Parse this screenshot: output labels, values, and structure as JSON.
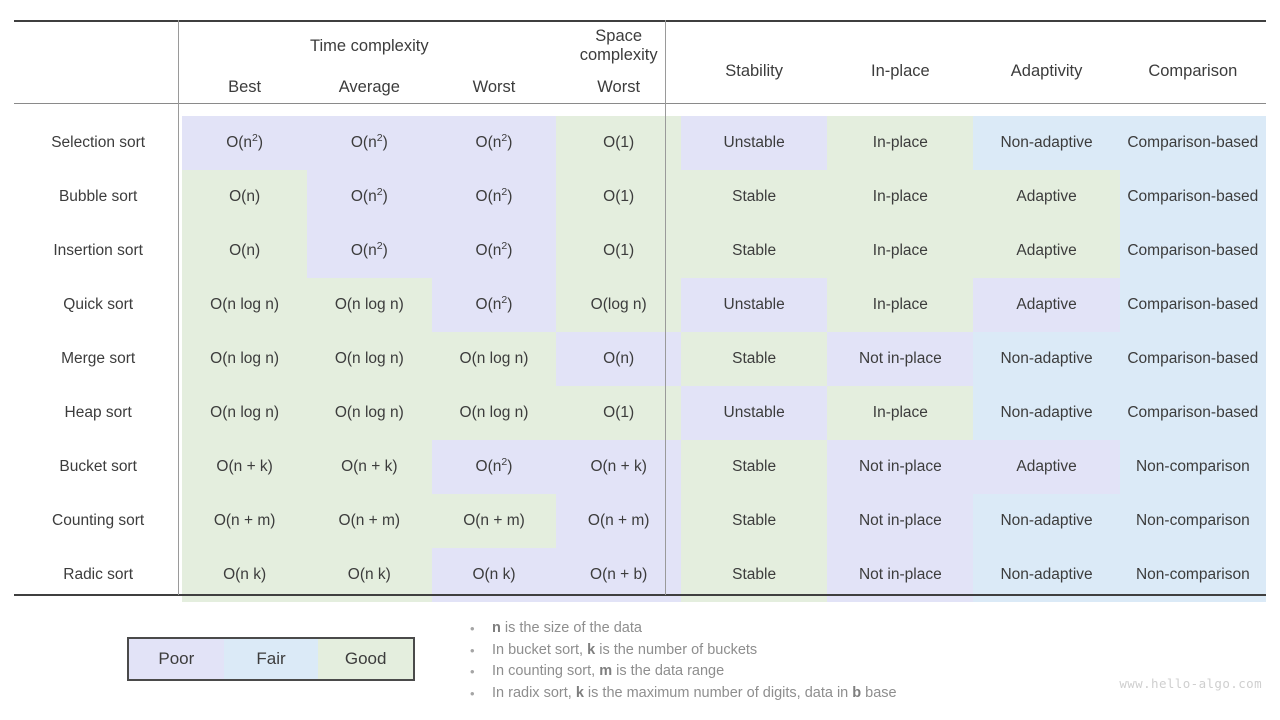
{
  "table": {
    "group_headers": [
      {
        "label": "",
        "span": 1
      },
      {
        "label": "Time complexity",
        "span": 3
      },
      {
        "label": "Space complexity",
        "span": 1
      },
      {
        "label": "",
        "span": 4
      }
    ],
    "group_time": "Time complexity",
    "group_space": "Space complexity",
    "columns": [
      {
        "key": "name",
        "label": ""
      },
      {
        "key": "best",
        "label": "Best"
      },
      {
        "key": "average",
        "label": "Average"
      },
      {
        "key": "worst",
        "label": "Worst"
      },
      {
        "key": "space",
        "label": "Worst"
      },
      {
        "key": "stability",
        "label": "Stability"
      },
      {
        "key": "inplace",
        "label": "In-place"
      },
      {
        "key": "adaptivity",
        "label": "Adaptivity"
      },
      {
        "key": "comparison",
        "label": "Comparison"
      }
    ],
    "rows": [
      {
        "name": "Selection sort",
        "cells": [
          {
            "text": "O(n²)",
            "base": "O(n",
            "sup": "2",
            "tail": ")",
            "rating": "poor"
          },
          {
            "text": "O(n²)",
            "base": "O(n",
            "sup": "2",
            "tail": ")",
            "rating": "poor"
          },
          {
            "text": "O(n²)",
            "base": "O(n",
            "sup": "2",
            "tail": ")",
            "rating": "poor"
          },
          {
            "text": "O(1)",
            "base": "O(1)",
            "sup": "",
            "tail": "",
            "rating": "good"
          },
          {
            "text": "Unstable",
            "rating": "poor"
          },
          {
            "text": "In-place",
            "rating": "good"
          },
          {
            "text": "Non-adaptive",
            "rating": "fair"
          },
          {
            "text": "Comparison-based",
            "rating": "fair"
          }
        ]
      },
      {
        "name": "Bubble sort",
        "cells": [
          {
            "text": "O(n)",
            "base": "O(n)",
            "sup": "",
            "tail": "",
            "rating": "good"
          },
          {
            "text": "O(n²)",
            "base": "O(n",
            "sup": "2",
            "tail": ")",
            "rating": "poor"
          },
          {
            "text": "O(n²)",
            "base": "O(n",
            "sup": "2",
            "tail": ")",
            "rating": "poor"
          },
          {
            "text": "O(1)",
            "base": "O(1)",
            "sup": "",
            "tail": "",
            "rating": "good"
          },
          {
            "text": "Stable",
            "rating": "good"
          },
          {
            "text": "In-place",
            "rating": "good"
          },
          {
            "text": "Adaptive",
            "rating": "good"
          },
          {
            "text": "Comparison-based",
            "rating": "fair"
          }
        ]
      },
      {
        "name": "Insertion sort",
        "cells": [
          {
            "text": "O(n)",
            "base": "O(n)",
            "sup": "",
            "tail": "",
            "rating": "good"
          },
          {
            "text": "O(n²)",
            "base": "O(n",
            "sup": "2",
            "tail": ")",
            "rating": "poor"
          },
          {
            "text": "O(n²)",
            "base": "O(n",
            "sup": "2",
            "tail": ")",
            "rating": "poor"
          },
          {
            "text": "O(1)",
            "base": "O(1)",
            "sup": "",
            "tail": "",
            "rating": "good"
          },
          {
            "text": "Stable",
            "rating": "good"
          },
          {
            "text": "In-place",
            "rating": "good"
          },
          {
            "text": "Adaptive",
            "rating": "good"
          },
          {
            "text": "Comparison-based",
            "rating": "fair"
          }
        ]
      },
      {
        "name": "Quick sort",
        "cells": [
          {
            "text": "O(n log n)",
            "base": "O(n log n)",
            "sup": "",
            "tail": "",
            "rating": "good"
          },
          {
            "text": "O(n log n)",
            "base": "O(n log n)",
            "sup": "",
            "tail": "",
            "rating": "good"
          },
          {
            "text": "O(n²)",
            "base": "O(n",
            "sup": "2",
            "tail": ")",
            "rating": "poor"
          },
          {
            "text": "O(log n)",
            "base": "O(log n)",
            "sup": "",
            "tail": "",
            "rating": "good"
          },
          {
            "text": "Unstable",
            "rating": "poor"
          },
          {
            "text": "In-place",
            "rating": "good"
          },
          {
            "text": "Adaptive",
            "rating": "poor"
          },
          {
            "text": "Comparison-based",
            "rating": "fair"
          }
        ]
      },
      {
        "name": "Merge sort",
        "cells": [
          {
            "text": "O(n log n)",
            "base": "O(n log n)",
            "sup": "",
            "tail": "",
            "rating": "good"
          },
          {
            "text": "O(n log n)",
            "base": "O(n log n)",
            "sup": "",
            "tail": "",
            "rating": "good"
          },
          {
            "text": "O(n log n)",
            "base": "O(n log n)",
            "sup": "",
            "tail": "",
            "rating": "good"
          },
          {
            "text": "O(n)",
            "base": "O(n)",
            "sup": "",
            "tail": "",
            "rating": "poor"
          },
          {
            "text": "Stable",
            "rating": "good"
          },
          {
            "text": "Not in-place",
            "rating": "poor"
          },
          {
            "text": "Non-adaptive",
            "rating": "fair"
          },
          {
            "text": "Comparison-based",
            "rating": "fair"
          }
        ]
      },
      {
        "name": "Heap sort",
        "cells": [
          {
            "text": "O(n log n)",
            "base": "O(n log n)",
            "sup": "",
            "tail": "",
            "rating": "good"
          },
          {
            "text": "O(n log n)",
            "base": "O(n log n)",
            "sup": "",
            "tail": "",
            "rating": "good"
          },
          {
            "text": "O(n log n)",
            "base": "O(n log n)",
            "sup": "",
            "tail": "",
            "rating": "good"
          },
          {
            "text": "O(1)",
            "base": "O(1)",
            "sup": "",
            "tail": "",
            "rating": "good"
          },
          {
            "text": "Unstable",
            "rating": "poor"
          },
          {
            "text": "In-place",
            "rating": "good"
          },
          {
            "text": "Non-adaptive",
            "rating": "fair"
          },
          {
            "text": "Comparison-based",
            "rating": "fair"
          }
        ]
      },
      {
        "name": "Bucket sort",
        "cells": [
          {
            "text": "O(n + k)",
            "base": "O(n + k)",
            "sup": "",
            "tail": "",
            "rating": "good"
          },
          {
            "text": "O(n + k)",
            "base": "O(n + k)",
            "sup": "",
            "tail": "",
            "rating": "good"
          },
          {
            "text": "O(n²)",
            "base": "O(n",
            "sup": "2",
            "tail": ")",
            "rating": "poor"
          },
          {
            "text": "O(n + k)",
            "base": "O(n + k)",
            "sup": "",
            "tail": "",
            "rating": "poor"
          },
          {
            "text": "Stable",
            "rating": "good"
          },
          {
            "text": "Not in-place",
            "rating": "poor"
          },
          {
            "text": "Adaptive",
            "rating": "poor"
          },
          {
            "text": "Non-comparison",
            "rating": "fair"
          }
        ]
      },
      {
        "name": "Counting sort",
        "cells": [
          {
            "text": "O(n + m)",
            "base": "O(n + m)",
            "sup": "",
            "tail": "",
            "rating": "good"
          },
          {
            "text": "O(n + m)",
            "base": "O(n + m)",
            "sup": "",
            "tail": "",
            "rating": "good"
          },
          {
            "text": "O(n + m)",
            "base": "O(n + m)",
            "sup": "",
            "tail": "",
            "rating": "good"
          },
          {
            "text": "O(n + m)",
            "base": "O(n + m)",
            "sup": "",
            "tail": "",
            "rating": "poor"
          },
          {
            "text": "Stable",
            "rating": "good"
          },
          {
            "text": "Not in-place",
            "rating": "poor"
          },
          {
            "text": "Non-adaptive",
            "rating": "fair"
          },
          {
            "text": "Non-comparison",
            "rating": "fair"
          }
        ]
      },
      {
        "name": "Radic sort",
        "cells": [
          {
            "text": "O(n k)",
            "base": "O(n k)",
            "sup": "",
            "tail": "",
            "rating": "good"
          },
          {
            "text": "O(n k)",
            "base": "O(n k)",
            "sup": "",
            "tail": "",
            "rating": "good"
          },
          {
            "text": "O(n k)",
            "base": "O(n k)",
            "sup": "",
            "tail": "",
            "rating": "poor"
          },
          {
            "text": "O(n + b)",
            "base": "O(n + b)",
            "sup": "",
            "tail": "",
            "rating": "poor"
          },
          {
            "text": "Stable",
            "rating": "good"
          },
          {
            "text": "Not in-place",
            "rating": "poor"
          },
          {
            "text": "Non-adaptive",
            "rating": "fair"
          },
          {
            "text": "Non-comparison",
            "rating": "fair"
          }
        ]
      }
    ]
  },
  "legend": {
    "items": [
      {
        "label": "Poor",
        "rating": "poor"
      },
      {
        "label": "Fair",
        "rating": "fair"
      },
      {
        "label": "Good",
        "rating": "good"
      }
    ]
  },
  "notes": {
    "bullet": "•",
    "items": [
      {
        "prefix": "",
        "strong": "n",
        "suffix": " is the size of the data"
      },
      {
        "prefix": "In bucket sort, ",
        "strong": "k",
        "suffix": " is the number of buckets"
      },
      {
        "prefix": "In counting sort, ",
        "strong": "m",
        "suffix": " is the data range"
      },
      {
        "prefix": "In radix sort, ",
        "strong": "k",
        "suffix": " is the maximum number of digits, data in ",
        "strong2": "b",
        "suffix2": " base"
      }
    ]
  },
  "watermark": "www.hello-algo.com",
  "colors": {
    "poor": "#e2e3f7",
    "fair": "#dbeaf7",
    "good": "#e4eede",
    "rule_dark": "#3f3f3f",
    "rule_light": "#9a9a9a",
    "text": "#3c3c3c",
    "note_text": "#8e8e8e",
    "watermark": "#cfcfcf"
  }
}
